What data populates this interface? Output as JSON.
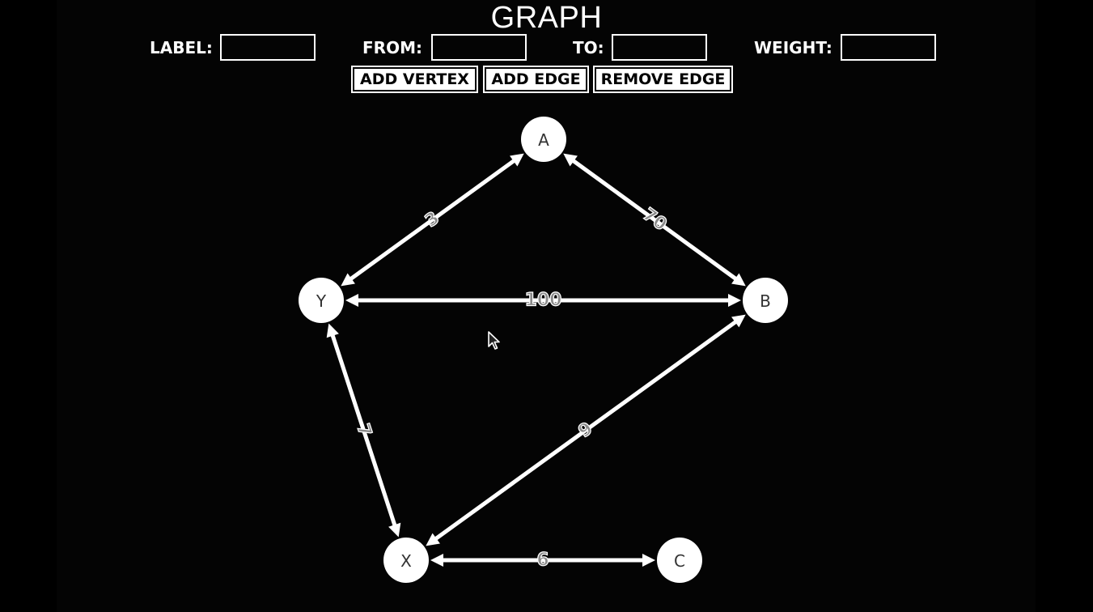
{
  "title": "GRAPH",
  "form": {
    "label_text": "LABEL:",
    "from_text": "FROM:",
    "to_text": "TO:",
    "weight_text": "WEIGHT:",
    "label_value": "",
    "from_value": "",
    "to_value": "",
    "weight_value": ""
  },
  "buttons": {
    "add_vertex": "ADD VERTEX",
    "add_edge": "ADD EDGE",
    "remove_edge": "REMOVE EDGE"
  },
  "graph": {
    "vertices": [
      "A",
      "B",
      "Y",
      "X",
      "C"
    ],
    "edges": [
      {
        "from": "A",
        "to": "Y",
        "weight": "3"
      },
      {
        "from": "A",
        "to": "B",
        "weight": "70"
      },
      {
        "from": "Y",
        "to": "B",
        "weight": "100"
      },
      {
        "from": "Y",
        "to": "X",
        "weight": "7"
      },
      {
        "from": "X",
        "to": "B",
        "weight": "9"
      },
      {
        "from": "X",
        "to": "C",
        "weight": "6"
      }
    ]
  },
  "icons": {
    "cursor": "mouse-pointer-icon"
  },
  "colors": {
    "background": "#000000",
    "foreground": "#ffffff",
    "weight_label": "#8a8a8a"
  }
}
